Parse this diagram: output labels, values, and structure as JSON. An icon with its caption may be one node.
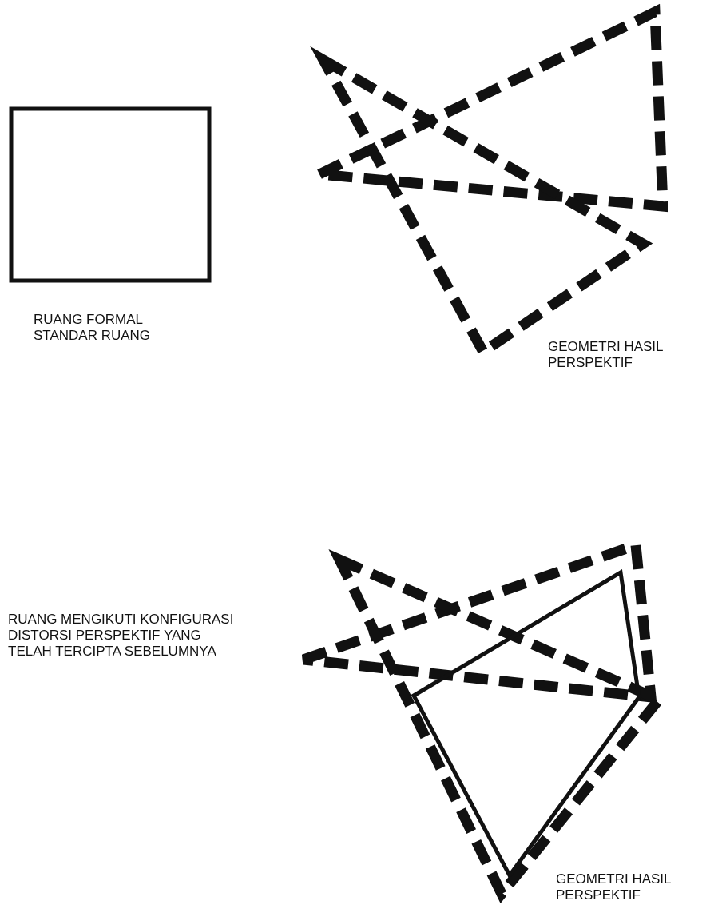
{
  "diagram": {
    "labels": [
      "RUANG FORMAL STANDAR RUANG",
      "GEOMETRI HASIL PERSPEKTIF",
      "RUANG MENGIKUTI KONFIGURASI DISTORSI PERSPEKTIF YANG TELAH TERCIPTA SEBELUMNYA",
      "GEOMETRI HASIL PERSPEKTIF"
    ]
  }
}
